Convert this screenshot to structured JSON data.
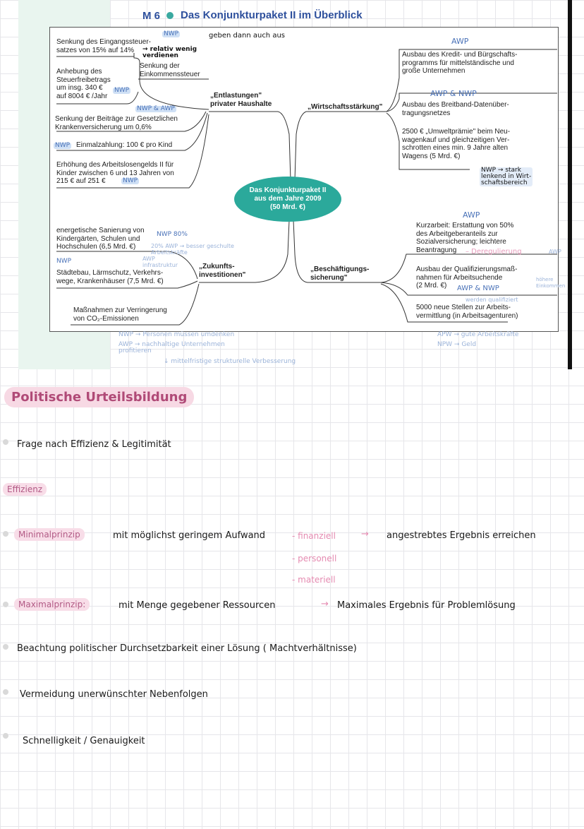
{
  "document": {
    "marker": "M 6",
    "title": "Das Konjunkturpaket II im Überblick",
    "center": "Das Konjunkturpaket II\naus dem Jahre 2009\n(50 Mrd. €)",
    "branches": {
      "entlastungen": "„Entlastungen\"\nprivater Haushalte",
      "wirtschaft": "„Wirtschaftsstärkung\"",
      "zukunft": "„Zukunfts-\ninvestitionen\"",
      "beschaeftigung": "„Beschäftigungs-\nsicherung\""
    },
    "left_items": {
      "eingangssteuer": "Senkung des Eingangssteuer-\nsatzes von 15% auf 14%",
      "einkommenssteuer": "Senkung der\nEinkommenssteuer",
      "steuerfreibetrag": "Anhebung des\nSteuerfreibetrags\num insg. 340 €\nauf 8004 € /Jahr",
      "krankenversicherung": "Senkung der Beiträge zur Gesetzlichen\nKrankenversicherung um 0,6%",
      "einmalzahlung": "Einmalzahlung: 100 € pro Kind",
      "arbeitslosengeld": "Erhöhung des Arbeitslosengelds II für\nKinder zwischen 6 und 13 Jahren von\n215 € auf 251 €",
      "sanierung": "energetische Sanierung von\nKindergärten, Schulen und\nHochschulen (6,5 Mrd. €)",
      "staedtebau": "Städtebau, Lärmschutz, Verkehrs-\nwege, Krankenhäuser (7,5 Mrd. €)",
      "co2": "Maßnahmen zur Verringerung\nvon CO₂-Emissionen"
    },
    "right_items": {
      "kredit": "Ausbau des Kredit- und Bürgschafts-\nprogramms für mittelständische und\ngroße Unternehmen",
      "breitband": "Ausbau des Breitband-Datenüber-\ntragungsnetzes",
      "umweltpraemie": "2500 € „Umweltprämie\" beim Neu-\nwagenkauf und gleichzeitigen Ver-\nschrotten eines min. 9 Jahre alten\nWagens (5 Mrd. €)",
      "kurzarbeit": "Kurzarbeit: Erstattung von 50%\ndes Arbeitgeberanteils zur\nSozialversicherung; leichtere\nBeantragung",
      "qualifizierung": "Ausbau der Qualifizierungsmaß-\nnahmen für Arbeitsuchende\n(2 Mrd. €)",
      "stellen": "5000 neue Stellen zur Arbeits-\nvermittlung (in Arbeitsagenturen)"
    }
  },
  "annotations": {
    "geben_aus": "geben dann auch    aus",
    "relativ_wenig": "→ relativ wenig\nverdienen",
    "nwp": "NWP",
    "awp": "AWP",
    "nwp_awp": "NWP & AWP",
    "awp_nwp": "AWP & NWP",
    "nwp_stark": "NWP → stark\nlenkend in Wirt-\nschaftsbereich",
    "nwp_80": "NWP 80%",
    "awp_20": "20% AWP → besser geschulte\nArbeitskräfte",
    "awp_infrastruktur": "AWP\ninfrastruktur",
    "dereg": "– Deregulierung",
    "awp_edge": "AWP",
    "hoehere": "höhere\nEinkommen",
    "qualifiziert": "werden qualifiziert",
    "nwp_personen": "NWP → Personen müssen umdenken",
    "awp_nachhaltig": "AWP → nachhaltige Unternehmen\nprofitieren",
    "strukturelle": "↓ mittelfristige strukturelle Verbesserung",
    "apw_gute": "APW → gute Arbeitskräfte",
    "npw_geld": "NPW → Geld"
  },
  "notes": {
    "heading": "Politische Urteilsbildung",
    "frage": "Frage nach Effizienz & Legitimität",
    "effizienz": "Effizienz",
    "minimal_label": "Minimalprinzip",
    "minimal_text": "mit möglichst geringem Aufwand",
    "finanziell": "- finanziell",
    "personell": "- personell",
    "materiell": "- materiell",
    "arrow": "→",
    "ergebnis": "angestrebtes Ergebnis erreichen",
    "maximal_label": "Maximalprinzip:",
    "maximal_text": "mit  Menge  gegebener  Ressourcen",
    "maximal_result": "Maximales Ergebnis für Problemlösung",
    "beachtung": "Beachtung politischer Durchsetzbarkeit einer Lösung ( Machtverhältnisse)",
    "vermeidung": "Vermeidung  unerwünschter  Nebenfolgen",
    "schnelligkeit": "Schnelligkeit  /  Genauigkeit"
  },
  "colors": {
    "teal": "#2ba99b",
    "title_blue": "#2d4f9c",
    "pink": "#f7d9e4",
    "pink_text": "#b04a77",
    "hand_blue": "#4a72b8"
  }
}
